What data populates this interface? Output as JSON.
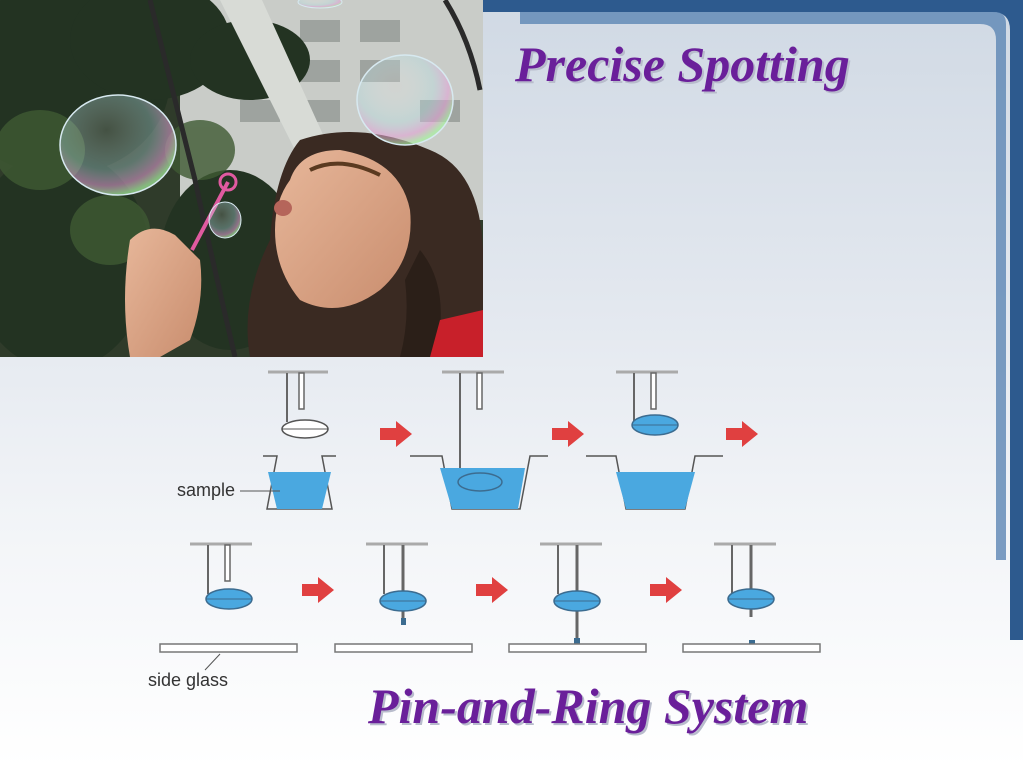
{
  "slide": {
    "title_top": "Precise Spotting",
    "title_bottom": "Pin-and-Ring System"
  },
  "photo": {
    "subject": "bubble-blower-photo"
  },
  "diagram": {
    "label_sample": "sample",
    "label_slide": "side glass"
  },
  "colors": {
    "title": "#6a1f9a",
    "liquid": "#4aa8e0",
    "arrow": "#e04040",
    "frame_blue": "#2d5a8e"
  }
}
